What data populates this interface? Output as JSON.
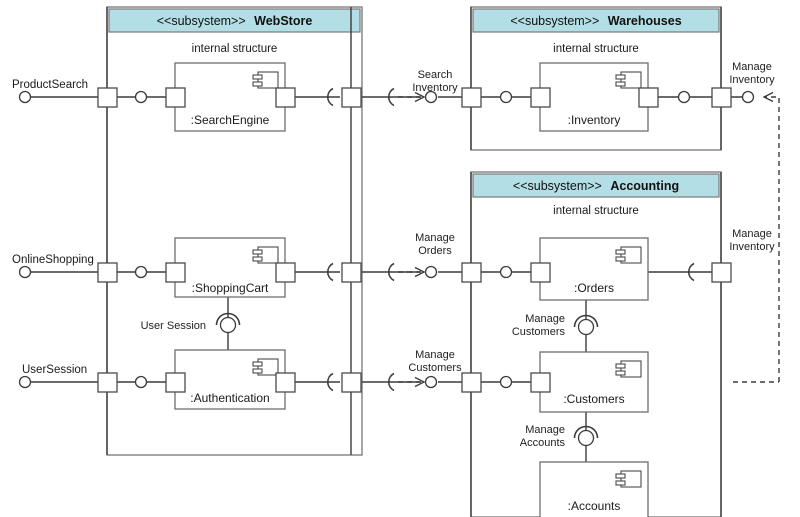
{
  "diagram": {
    "type": "uml-composite-structure",
    "stereotype": "<<subsystem>>",
    "internal_structure_label": "internal structure",
    "colors": {
      "header_fill": "#b3dee5",
      "header_stroke": "#7a7a7a",
      "body_fill": "#ffffff",
      "boundary_stroke": "#808080",
      "part_stroke": "#6e6e6e",
      "line": "#3b3b3b",
      "text": "#1a1a1a"
    }
  },
  "subsystems": [
    {
      "id": "webstore",
      "stereotype": "<<subsystem>>",
      "name": "WebStore"
    },
    {
      "id": "warehouses",
      "stereotype": "<<subsystem>>",
      "name": "Warehouses"
    },
    {
      "id": "accounting",
      "stereotype": "<<subsystem>>",
      "name": "Accounting"
    }
  ],
  "parts": [
    {
      "id": "searchengine",
      "label": ":SearchEngine",
      "parent": "webstore"
    },
    {
      "id": "shoppingcart",
      "label": ":ShoppingCart",
      "parent": "webstore"
    },
    {
      "id": "authentication",
      "label": ":Authentication",
      "parent": "webstore"
    },
    {
      "id": "inventory",
      "label": ":Inventory",
      "parent": "warehouses"
    },
    {
      "id": "orders",
      "label": ":Orders",
      "parent": "accounting"
    },
    {
      "id": "customers",
      "label": ":Customers",
      "parent": "accounting"
    },
    {
      "id": "accounts",
      "label": ":Accounts",
      "parent": "accounting"
    }
  ],
  "external_ports": [
    {
      "id": "productsearch",
      "label": "ProductSearch",
      "kind": "provided"
    },
    {
      "id": "onlineshopping",
      "label": "OnlineShopping",
      "kind": "provided"
    },
    {
      "id": "usersession",
      "label": "UserSession",
      "kind": "provided"
    }
  ],
  "interfaces": [
    {
      "id": "search-inventory",
      "line1": "Search",
      "line2": "Inventory",
      "kind": "assembly"
    },
    {
      "id": "manage-inventory-top",
      "line1": "Manage",
      "line2": "Inventory",
      "kind": "provided"
    },
    {
      "id": "manage-orders",
      "line1": "Manage",
      "line2": "Orders",
      "kind": "assembly"
    },
    {
      "id": "manage-customers-ext",
      "line1": "Manage",
      "line2": "Customers",
      "kind": "assembly"
    },
    {
      "id": "manage-inventory-bottom",
      "line1": "Manage",
      "line2": "Inventory",
      "kind": "required"
    },
    {
      "id": "user-session",
      "line1": "User Session",
      "line2": "",
      "kind": "assembly"
    },
    {
      "id": "manage-customers",
      "line1": "Manage",
      "line2": "Customers",
      "kind": "assembly"
    },
    {
      "id": "manage-accounts",
      "line1": "Manage",
      "line2": "Accounts",
      "kind": "assembly"
    }
  ]
}
